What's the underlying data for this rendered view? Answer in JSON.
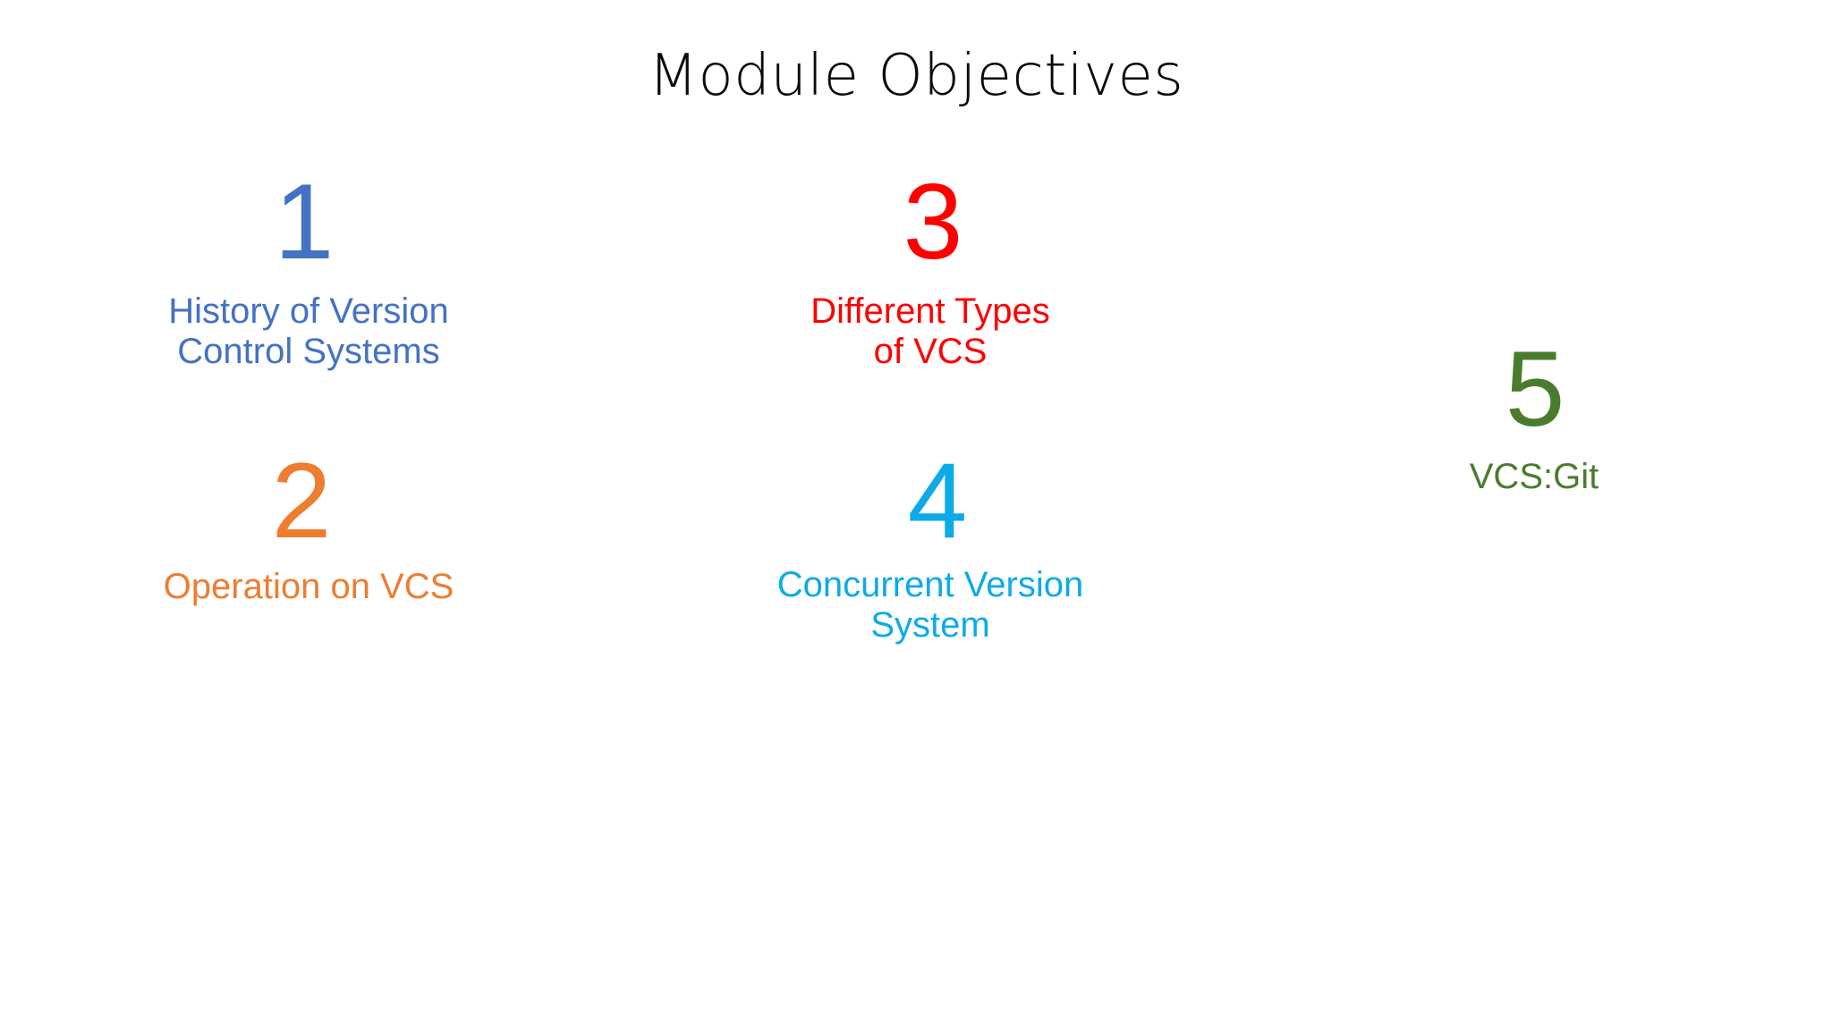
{
  "slide": {
    "title": "Module Objectives",
    "background_color": "#FFFFFF",
    "title_color": "#0A0A0A"
  },
  "objectives": [
    {
      "number": "1",
      "label": "History of Version\nControl Systems",
      "color": "#4472C4"
    },
    {
      "number": "2",
      "label": "Operation on VCS",
      "color": "#ED7D31"
    },
    {
      "number": "3",
      "label": "Different Types\nof VCS",
      "color": "#FF0000"
    },
    {
      "number": "4",
      "label": "Concurrent Version\nSystem",
      "color": "#0DAAE8"
    },
    {
      "number": "5",
      "label": "VCS:Git",
      "color": "#4A7C2E"
    }
  ]
}
